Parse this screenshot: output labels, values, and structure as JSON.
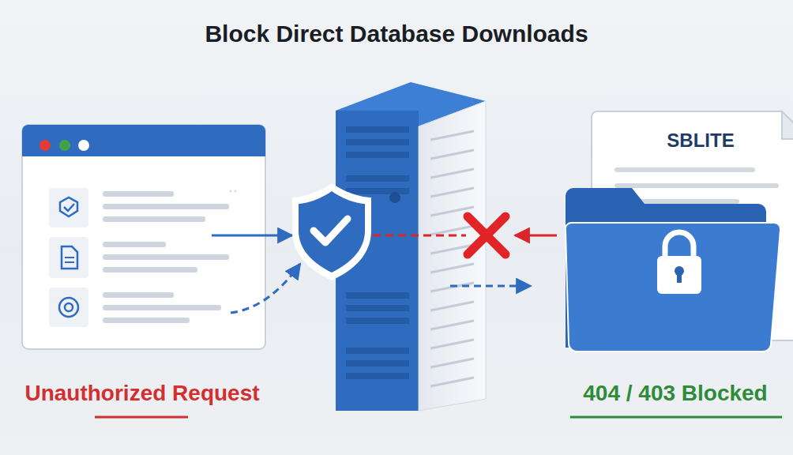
{
  "diagram": {
    "title": "Block Direct Database Downloads",
    "nodes": [
      {
        "text": [
          "SBLITE"
        ]
      }
    ],
    "labels": [
      "Unauthorized Request",
      "404 / 403 Blocked"
    ]
  }
}
